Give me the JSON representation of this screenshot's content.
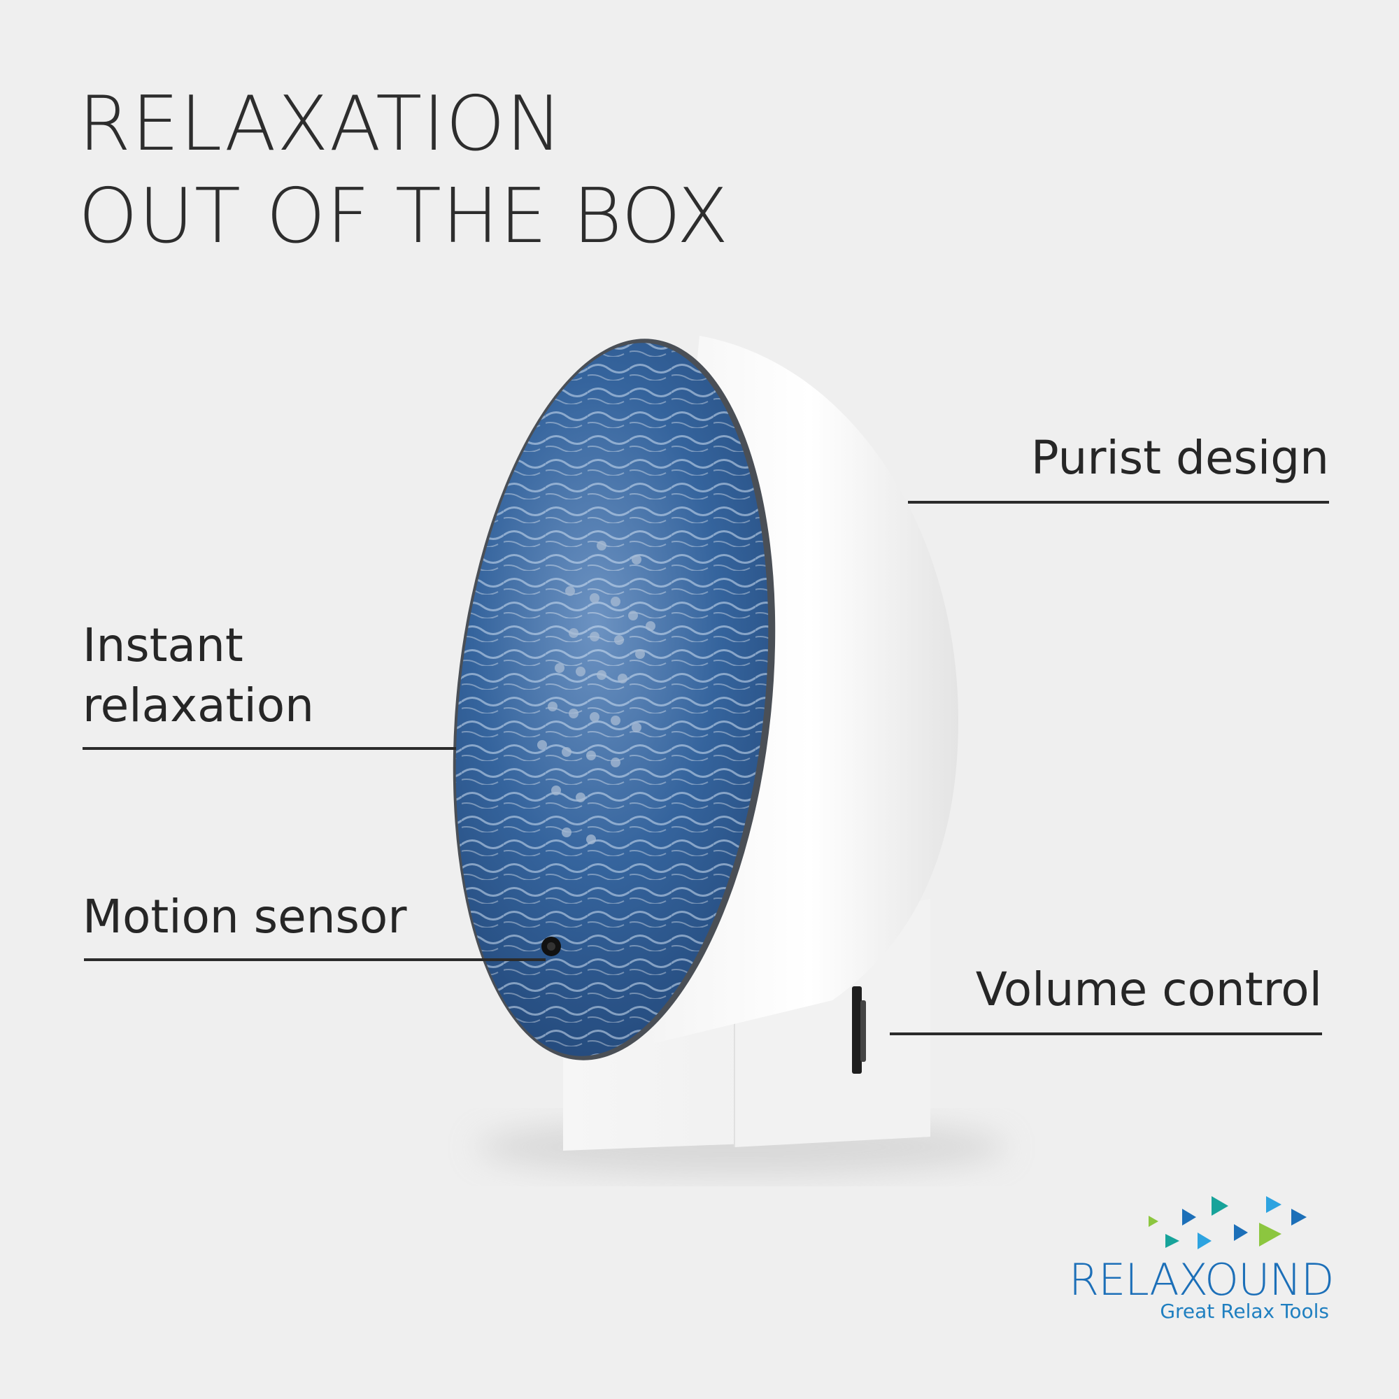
{
  "headline": {
    "line1": "RELAXATION",
    "line2": "OUT OF THE BOX"
  },
  "callouts": {
    "purist_design": "Purist design",
    "instant_relaxation_line1": "Instant",
    "instant_relaxation_line2": "relaxation",
    "motion_sensor": "Motion sensor",
    "volume_control": "Volume control"
  },
  "brand": {
    "name": "RELAXOUND",
    "tagline": "Great Relax Tools",
    "colors": {
      "blue": "#1c6fb8",
      "light_blue": "#2da3e0",
      "teal": "#17a39a",
      "green": "#8cc63f"
    }
  },
  "colors": {
    "background": "#efefef",
    "text": "#2b2b2b",
    "device_body": "#ffffff",
    "water": "#2f5f95"
  }
}
